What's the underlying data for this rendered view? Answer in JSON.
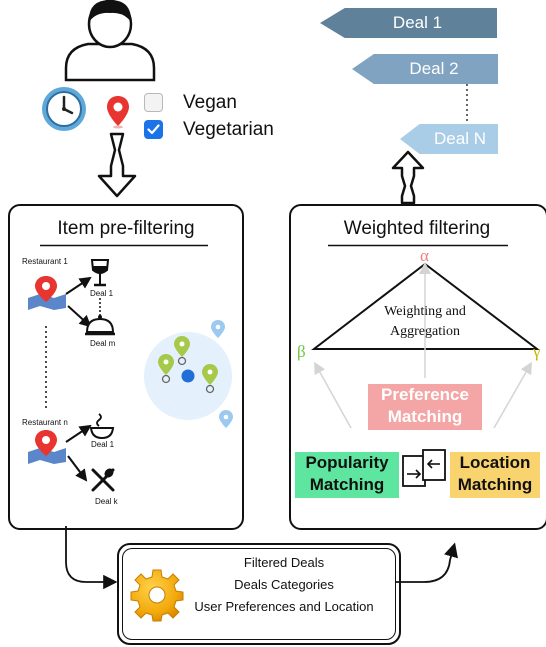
{
  "preferences": {
    "options": [
      {
        "label": "Vegan",
        "checked": false
      },
      {
        "label": "Vegetarian",
        "checked": true
      }
    ],
    "icons": [
      "user-icon",
      "clock-icon",
      "location-pin-icon"
    ]
  },
  "deals": {
    "items": [
      "Deal 1",
      "Deal 2",
      "Deal N"
    ],
    "colors": [
      "#5f8199",
      "#7fa3c0",
      "#a9cde7"
    ]
  },
  "prefilter": {
    "title": "Item pre-filtering",
    "restaurant_1": "Restaurant 1",
    "restaurant_n": "Restaurant n",
    "deal_labels": [
      "Deal 1",
      "Deal m",
      "Deal 1",
      "Deal k"
    ]
  },
  "weighted": {
    "title": "Weighted filtering",
    "triangle_label_1": "Weighting and",
    "triangle_label_2": "Aggregation",
    "alpha": "α",
    "beta": "β",
    "gamma": "γ",
    "preference": {
      "line1": "Preference",
      "line2": "Matching",
      "color": "#f4a5a5"
    },
    "popularity": {
      "line1": "Popularity",
      "line2": "Matching",
      "color": "#5ee6a0"
    },
    "location": {
      "line1": "Location",
      "line2": "Matching",
      "color": "#f9d36e"
    }
  },
  "summary": {
    "lines": [
      "Filtered Deals",
      "Deals Categories",
      "User Preferences and Location"
    ]
  }
}
